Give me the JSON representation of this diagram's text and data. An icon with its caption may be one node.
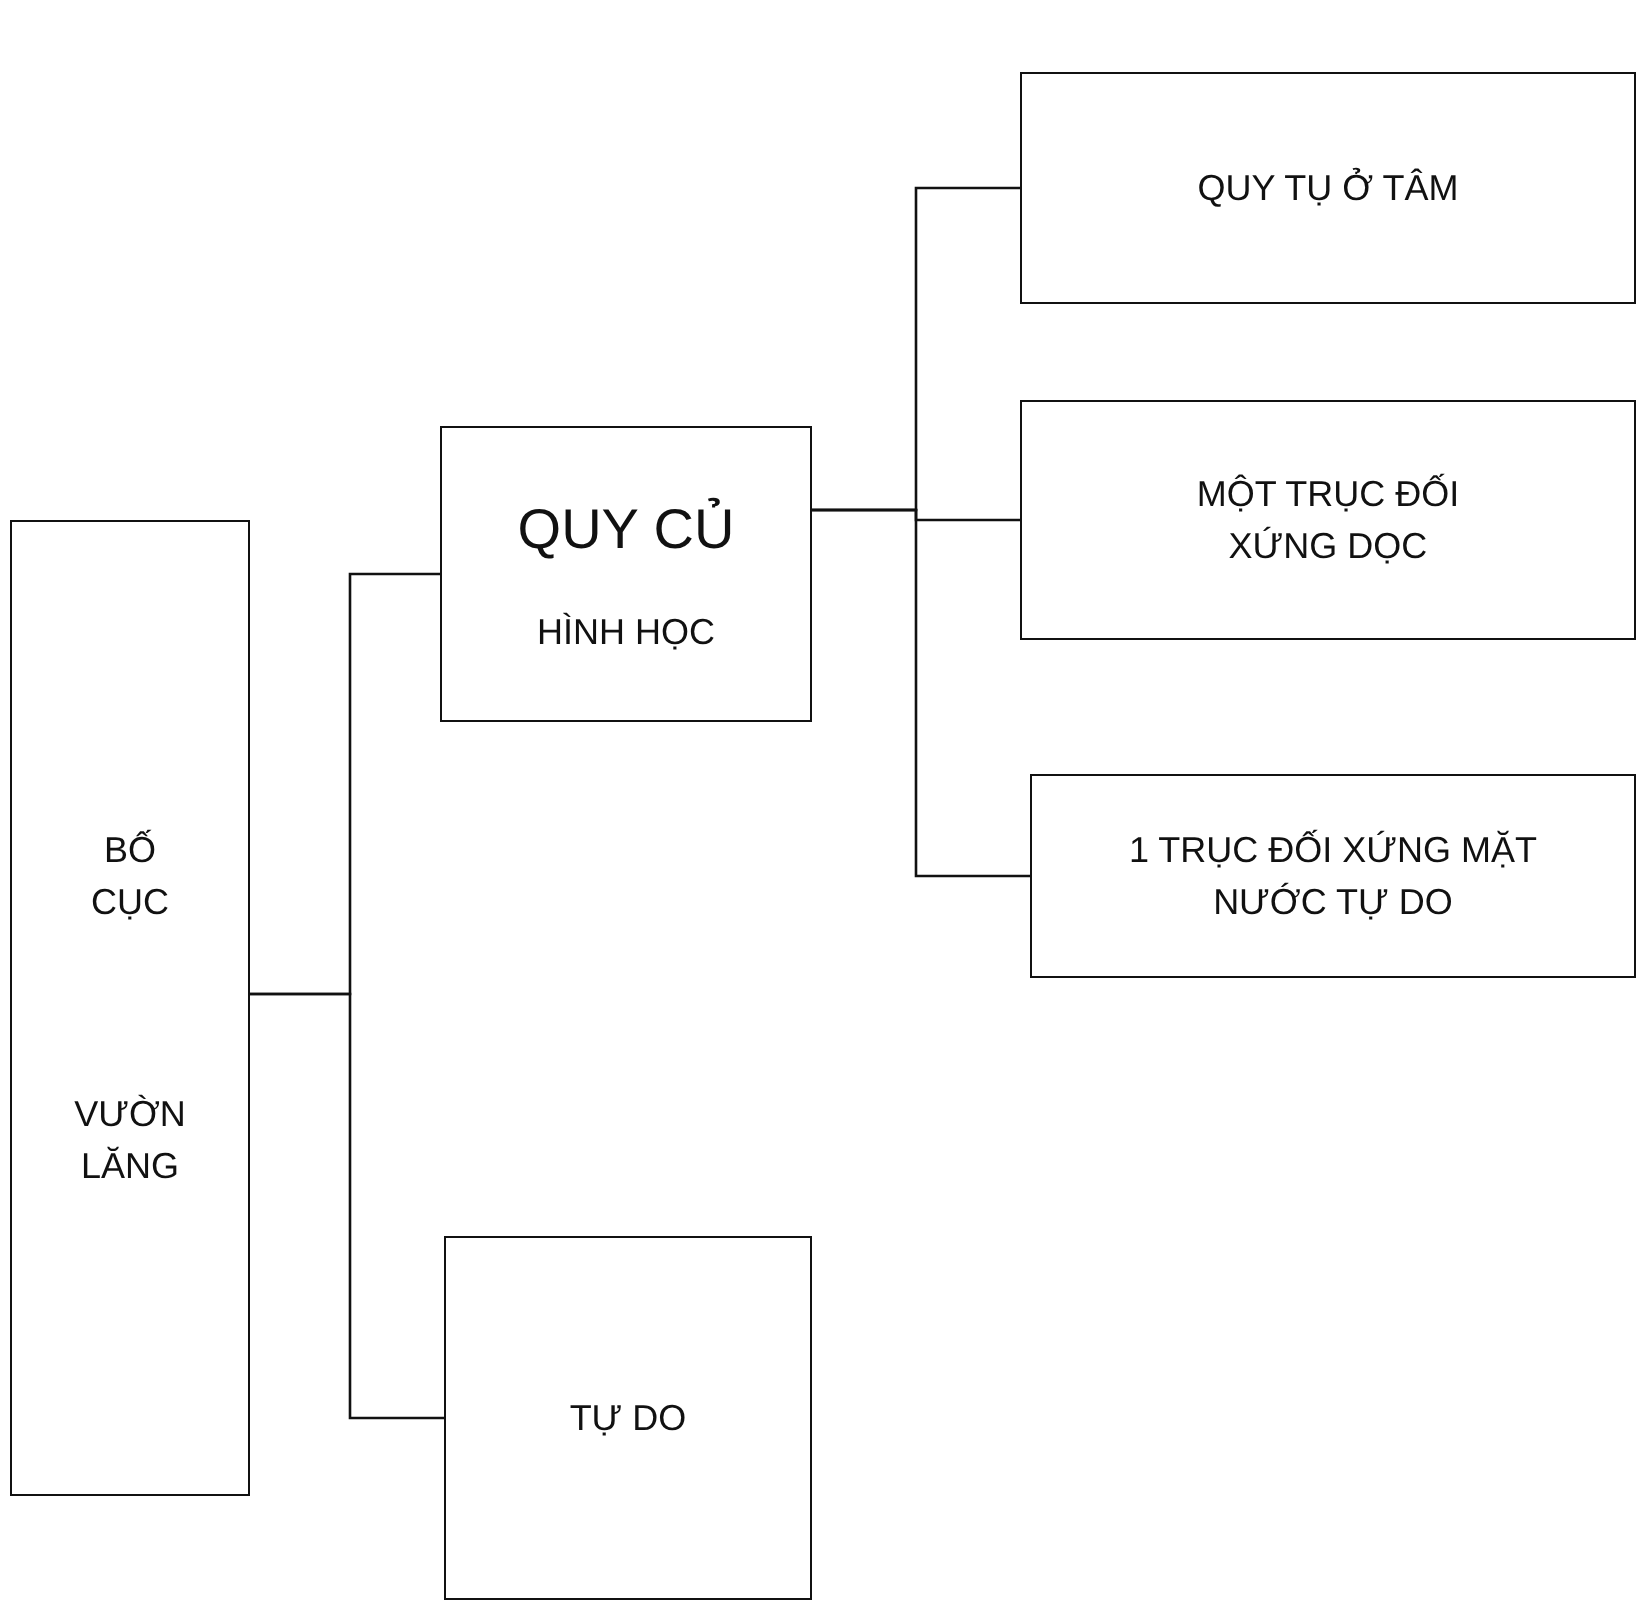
{
  "diagram": {
    "nodes": [
      {
        "text": [
          "BỐ CỤC",
          "VƯỜN LĂNG"
        ]
      },
      {
        "text": [
          "QUY CỦ",
          "HÌNH HỌC"
        ]
      },
      {
        "text": [
          "TỰ DO"
        ]
      },
      {
        "text": [
          "QUY TỤ Ở TÂM"
        ]
      },
      {
        "text": [
          "MỘT TRỤC ĐỐI XỨNG DỌC"
        ]
      },
      {
        "text": [
          "1 TRỤC ĐỐI XỨNG MẶT NƯỚC TỰ DO"
        ]
      }
    ],
    "edges": [
      {
        "from": 0,
        "to": 1,
        "arrow": "none"
      },
      {
        "from": 0,
        "to": 2,
        "arrow": "none"
      },
      {
        "from": 1,
        "to": 3,
        "arrow": "none"
      },
      {
        "from": 1,
        "to": 4,
        "arrow": "none"
      },
      {
        "from": 1,
        "to": 5,
        "arrow": "none"
      }
    ]
  }
}
